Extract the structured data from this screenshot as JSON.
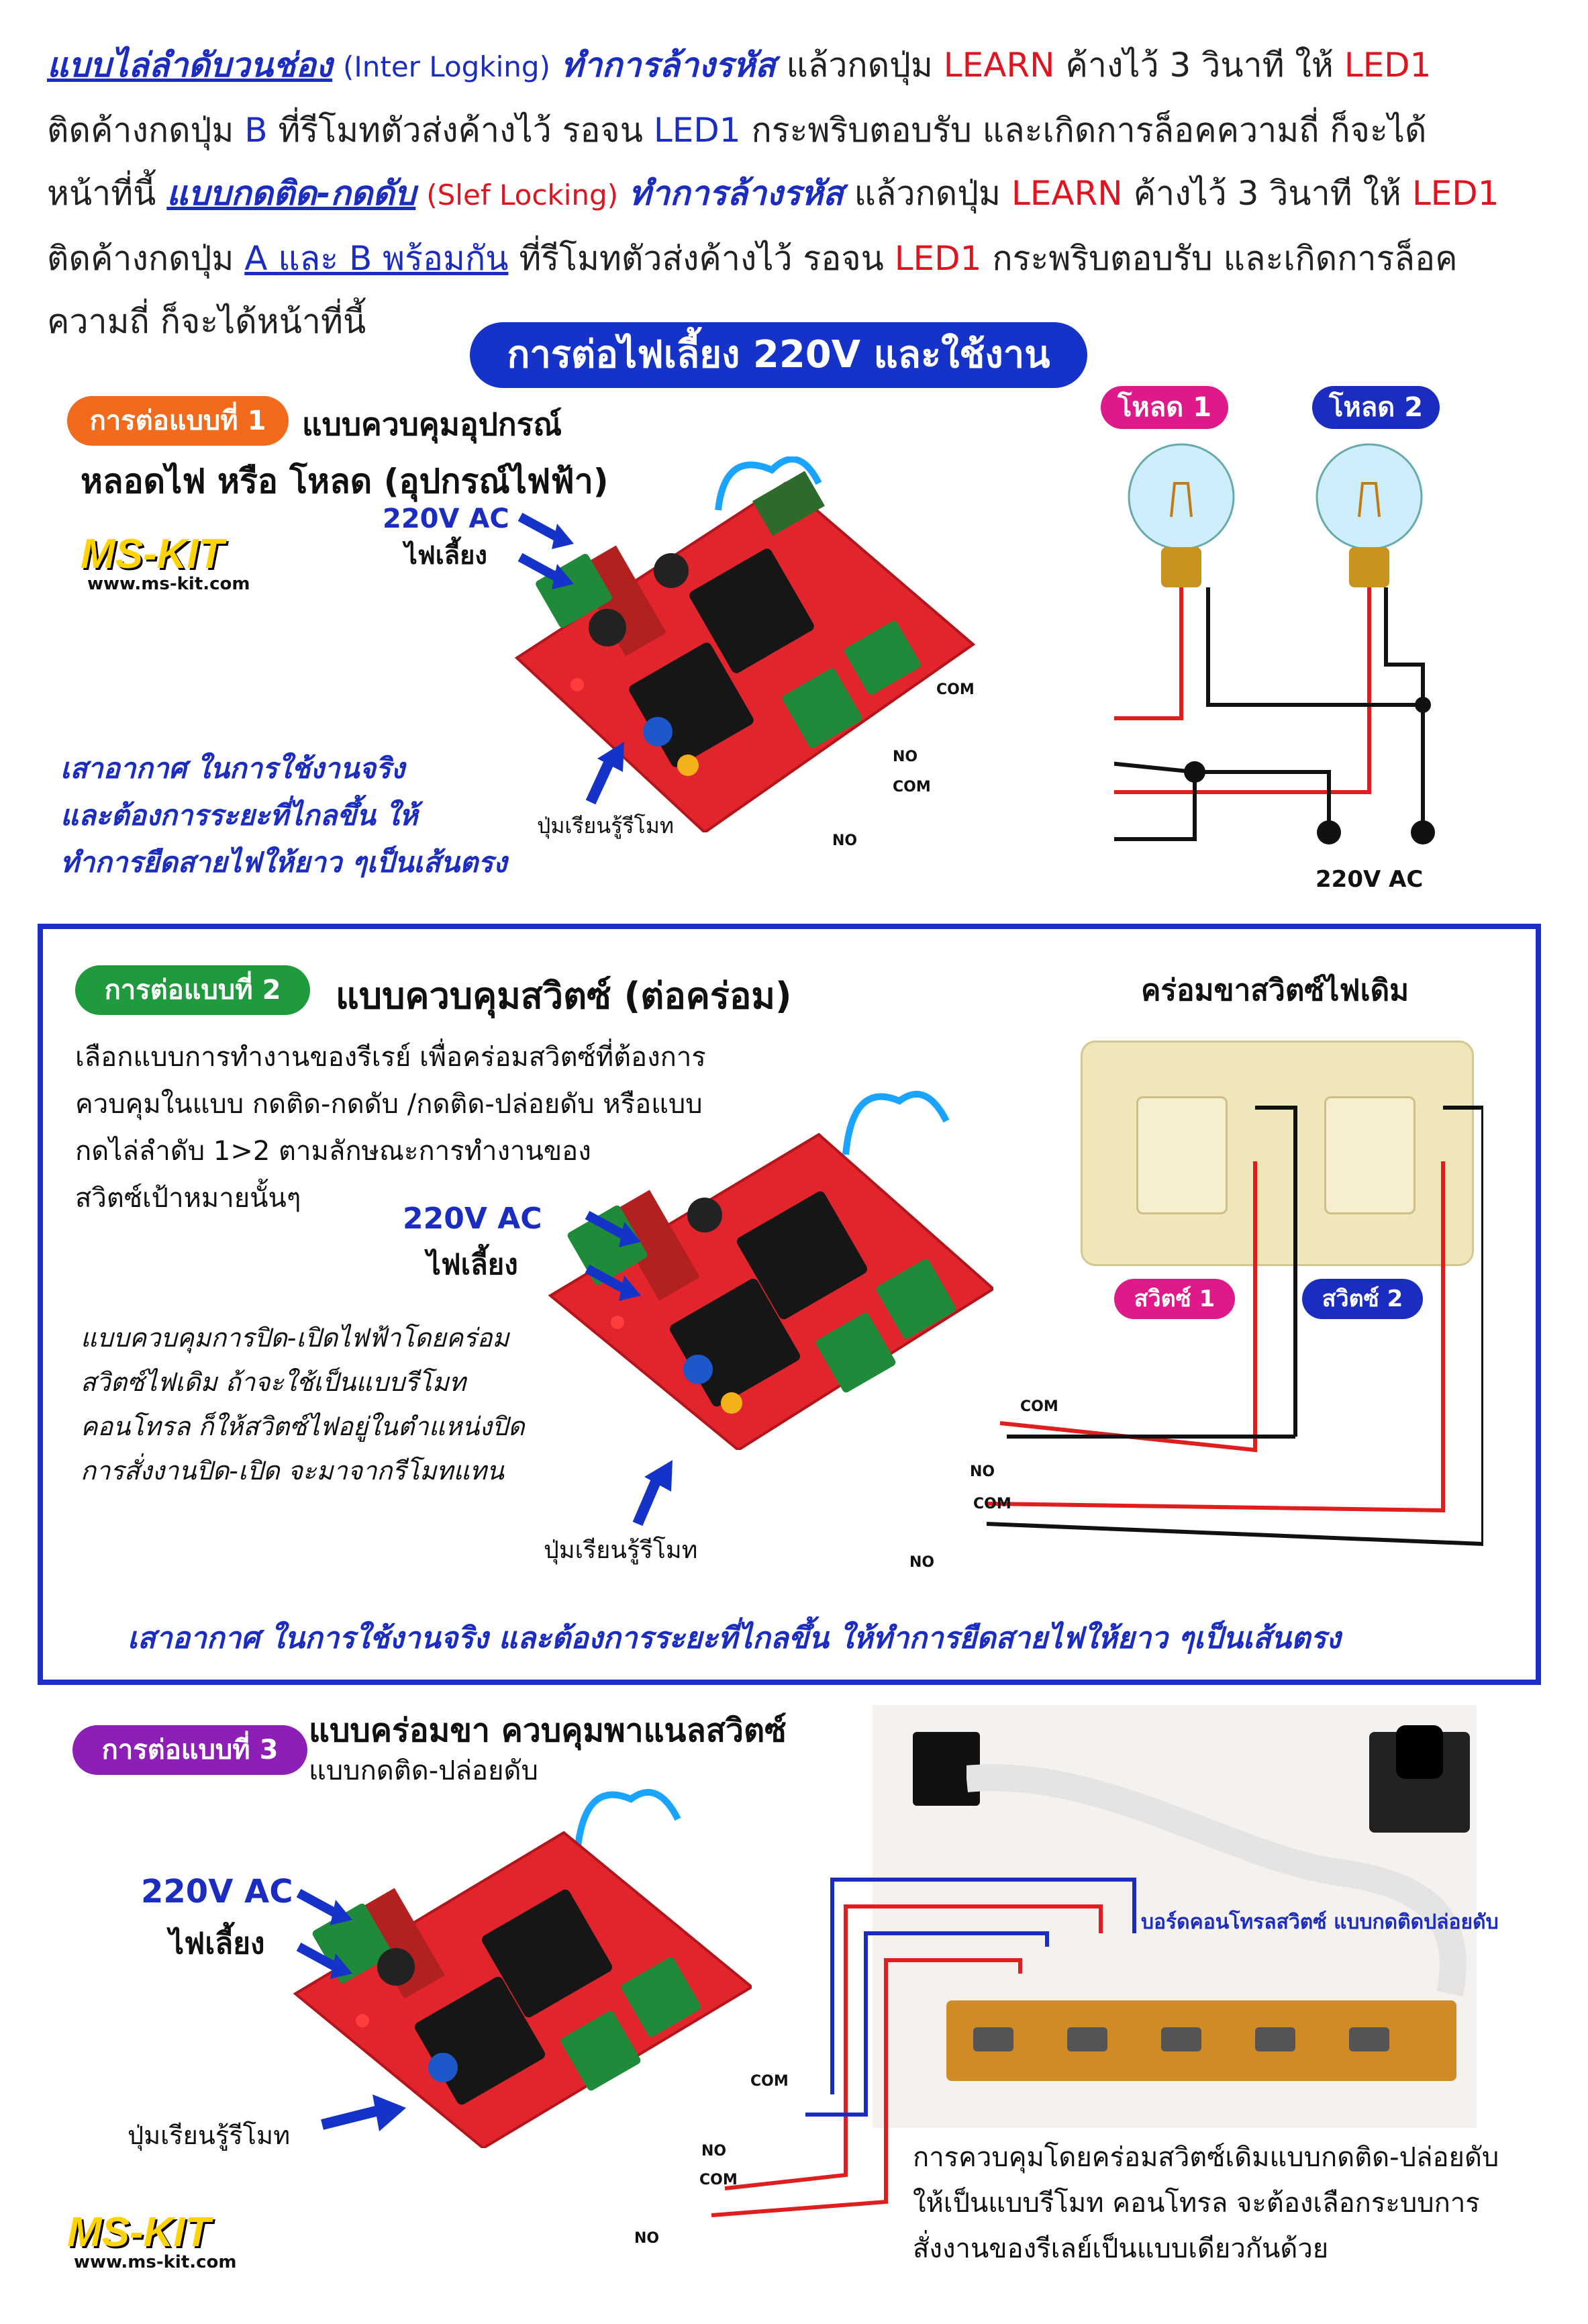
{
  "intro": {
    "p1_title": "แบบไล่ลำดับวนช่อง",
    "p1_title_en": "(Inter Logking)",
    "p1_a": "ทำการล้างรหัส",
    "p1_b": "แล้วกดปุ่ม",
    "p1_learn": "LEARN",
    "p1_c": "ค้างไว้ 3 วินาที ให้",
    "p1_led": "LED1",
    "p1_d": "ติดค้างกดปุ่ม",
    "p1_btn": "B",
    "p1_e": "ที่รีโมทตัวส่งค้างไว้ รอจน",
    "p1_led2": "LED1",
    "p1_f": "กระพริบตอบรับ และเกิดการล็อคความถี่ ก็จะได้",
    "p1_g": "หน้าที่นี้",
    "p2_title": "แบบกดติด-กดดับ",
    "p2_title_en": "(Slef Locking)",
    "p2_a": "ทำการล้างรหัส",
    "p2_b": "แล้วกดปุ่ม",
    "p2_learn": "LEARN",
    "p2_c": "ค้างไว้ 3 วินาที ให้",
    "p2_led": "LED1",
    "p2_d": "ติดค้างกดปุ่ม",
    "p2_btn": "A และ B พร้อมกัน",
    "p2_e": "ที่รีโมทตัวส่งค้างไว้ รอจน",
    "p2_led2": "LED1",
    "p2_f": "กระพริบตอบรับ และเกิดการล็อค",
    "p2_g": "ความถี่ ก็จะได้หน้าที่นี้"
  },
  "banner": "การต่อไฟเลี้ยง 220V และใช้งาน",
  "section1": {
    "pill": "การต่อแบบที่ 1",
    "pill_color": "#f26a1b",
    "title": "แบบควบคุมอุปกรณ์",
    "subtitle": "หลอดไฟ หรือ โหลด (อุปกรณ์ไฟฟ้า)",
    "power_label": "220V AC",
    "power_sub": "ไฟเลี้ยง",
    "logo": "MS-KIT",
    "url": "www.ms-kit.com",
    "antenna_note": [
      "เสาอากาศ ในการใช้งานจริง",
      "และต้องการระยะที่ไกลขึ้น ให้",
      "ทำการยืดสายไฟให้ยาว ๆเป็นเส้นตรง"
    ],
    "learn_label": "ปุ่มเรียนรู้รีโมท",
    "load1": "โหลด 1",
    "load1_color": "#e0198a",
    "load2": "โหลด 2",
    "load2_color": "#1b2cc1",
    "ac_label": "220V AC",
    "terminals": [
      "COM",
      "NO",
      "COM",
      "NO"
    ]
  },
  "section2": {
    "pill": "การต่อแบบที่ 2",
    "pill_color": "#1f9a3c",
    "title": "แบบควบคุมสวิตซ์ (ต่อคร่อม)",
    "desc": [
      "เลือกแบบการทำงานของรีเรย์ เพื่อคร่อมสวิตซ์ที่ต้องการ",
      "ควบคุมในแบบ กดติด-กดดับ /กดติด-ปล่อยดับ หรือแบบ",
      "กดไล่ลำดับ 1>2  ตามลักษณะการทำงานของ",
      "สวิตซ์เป้าหมายนั้นๆ"
    ],
    "power_label": "220V AC",
    "power_sub": "ไฟเลี้ยง",
    "note": [
      "แบบควบคุมการปิด-เปิดไฟฟ้าโดยคร่อม",
      "สวิตซ์ไฟเดิม ถ้าจะใช้เป็นแบบรีโมท",
      "คอนโทรล ก็ให้สวิตซ์ไฟอยู่ในตำแหน่งปิด",
      "การสั่งงานปิด-เปิด จะมาจากรีโมทแทน"
    ],
    "learn_label": "ปุ่มเรียนรู้รีโมท",
    "switch_title": "คร่อมขาสวิตซ์ไฟเดิม",
    "switch1": "สวิตซ์ 1",
    "switch1_color": "#e0198a",
    "switch2": "สวิตซ์ 2",
    "switch2_color": "#1b2cc1",
    "antenna_note": "เสาอากาศ ในการใช้งานจริง และต้องการระยะที่ไกลขึ้น ให้ทำการยืดสายไฟให้ยาว ๆเป็นเส้นตรง",
    "terminals": [
      "COM",
      "NO",
      "COM",
      "NO"
    ]
  },
  "section3": {
    "pill": "การต่อแบบที่ 3",
    "pill_color": "#8d1fb6",
    "title": "แบบคร่อมขา ควบคุมพาแนลสวิตซ์",
    "subtitle": "แบบกดติด-ปล่อยดับ",
    "power_label": "220V AC",
    "power_sub": "ไฟเลี้ยง",
    "learn_label": "ปุ่มเรียนรู้รีโมท",
    "board_label": "บอร์ดคอนโทรลสวิตซ์ แบบกดติดปล่อยดับ",
    "note": [
      "การควบคุมโดยคร่อมสวิตซ์เดิมแบบกดติด-ปล่อยดับ",
      "ให้เป็นแบบรีโมท  คอนโทรล จะต้องเลือกระบบการ",
      "สั่งงานของรีเลย์เป็นแบบเดียวกันด้วย"
    ],
    "logo": "MS-KIT",
    "url": "www.ms-kit.com",
    "terminals": [
      "COM",
      "NO",
      "COM",
      "NO"
    ]
  }
}
